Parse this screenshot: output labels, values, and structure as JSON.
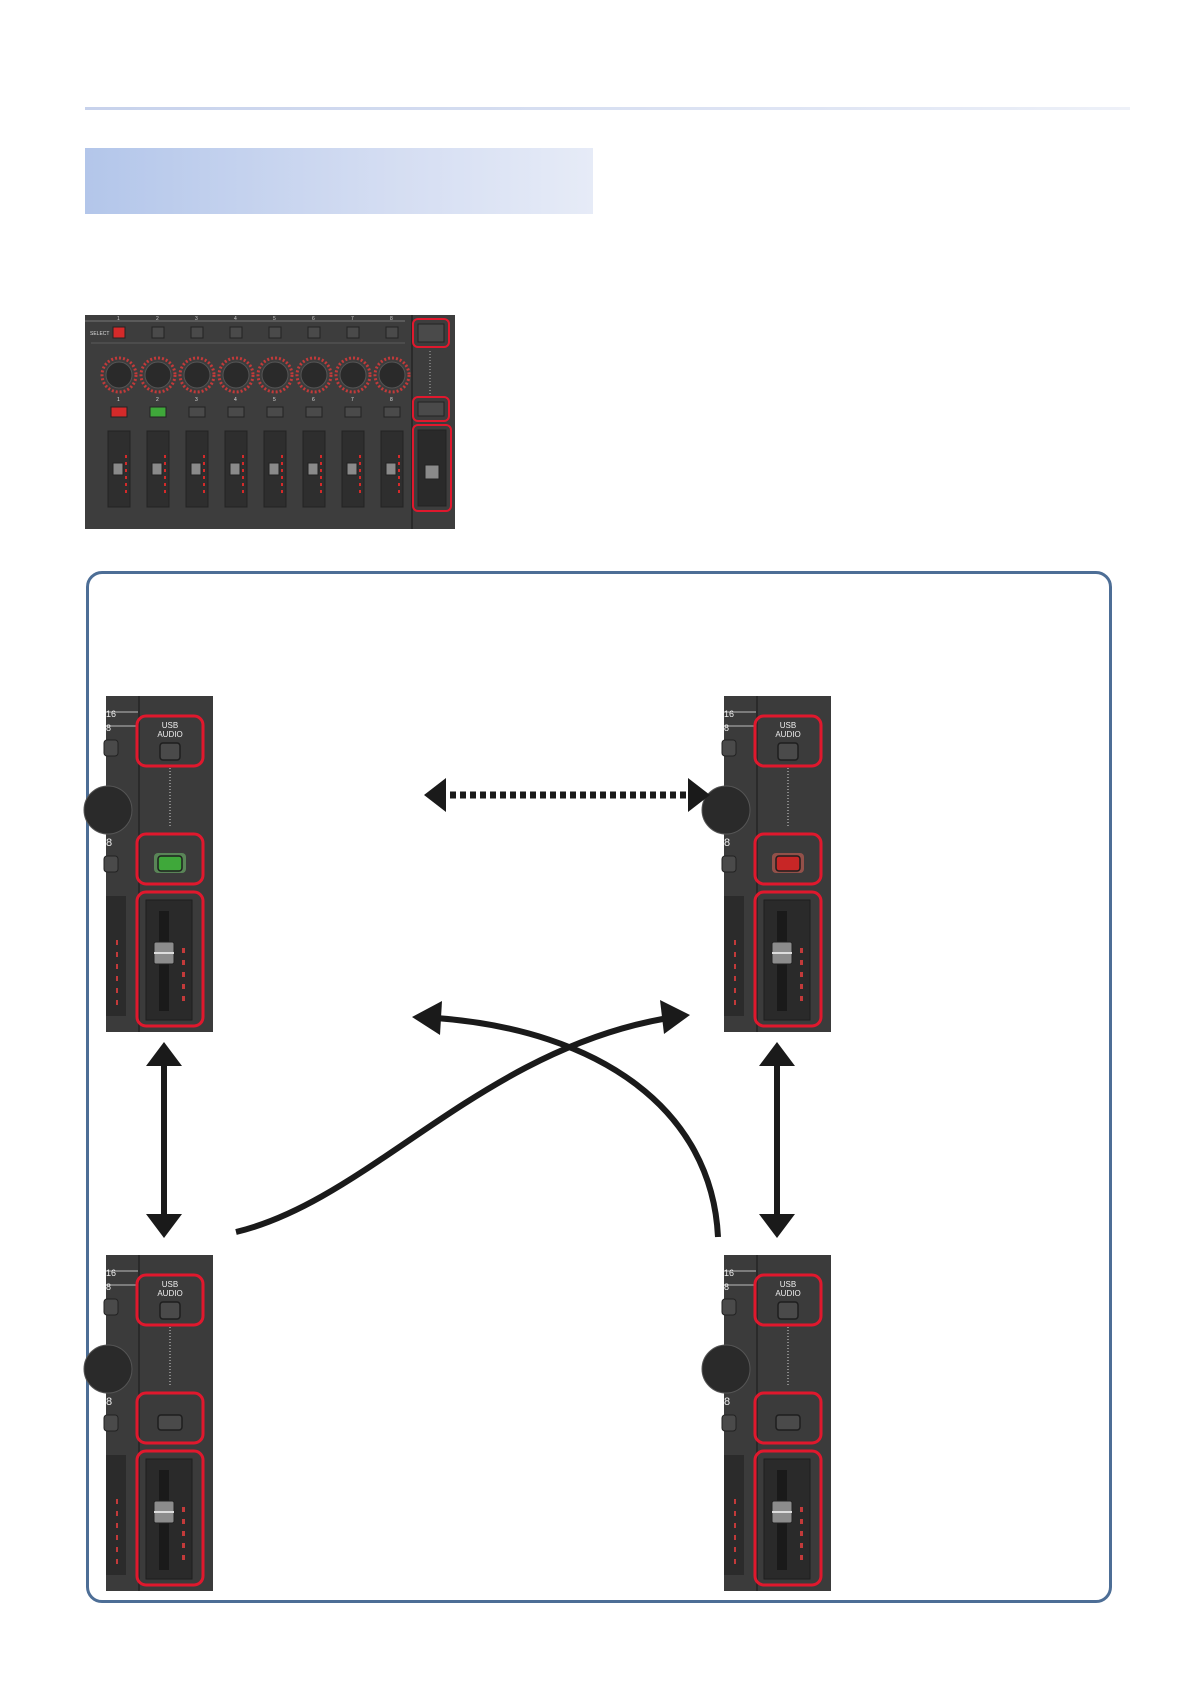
{
  "top_panel": {
    "select_label": "SELECT",
    "channel_numbers": [
      "1",
      "2",
      "3",
      "4",
      "5",
      "6",
      "7",
      "8"
    ],
    "colors": {
      "panel": "#3d3d3d",
      "knob_ring": "#c33a3a",
      "button": "#4a4a4a",
      "led_red": "#d42a2a",
      "led_green": "#3fa83a",
      "highlight": "#e0182d"
    }
  },
  "strips": [
    {
      "id": "top-left",
      "usb_label_line1": "USB",
      "usb_label_line2": "AUDIO",
      "edge_labels": [
        "16",
        "8"
      ],
      "lower_edge_label": "8",
      "button_state": "green"
    },
    {
      "id": "top-right",
      "usb_label_line1": "USB",
      "usb_label_line2": "AUDIO",
      "edge_labels": [
        "16",
        "8"
      ],
      "lower_edge_label": "8",
      "button_state": "red"
    },
    {
      "id": "bottom-left",
      "usb_label_line1": "USB",
      "usb_label_line2": "AUDIO",
      "edge_labels": [
        "16",
        "8"
      ],
      "lower_edge_label": "8",
      "button_state": "off"
    },
    {
      "id": "bottom-right",
      "usb_label_line1": "USB",
      "usb_label_line2": "AUDIO",
      "edge_labels": [
        "16",
        "8"
      ],
      "lower_edge_label": "8",
      "button_state": "off"
    }
  ],
  "colors": {
    "frame": "#4d6e96",
    "arrow": "#1a1a1a",
    "highlight": "#e0182d"
  }
}
